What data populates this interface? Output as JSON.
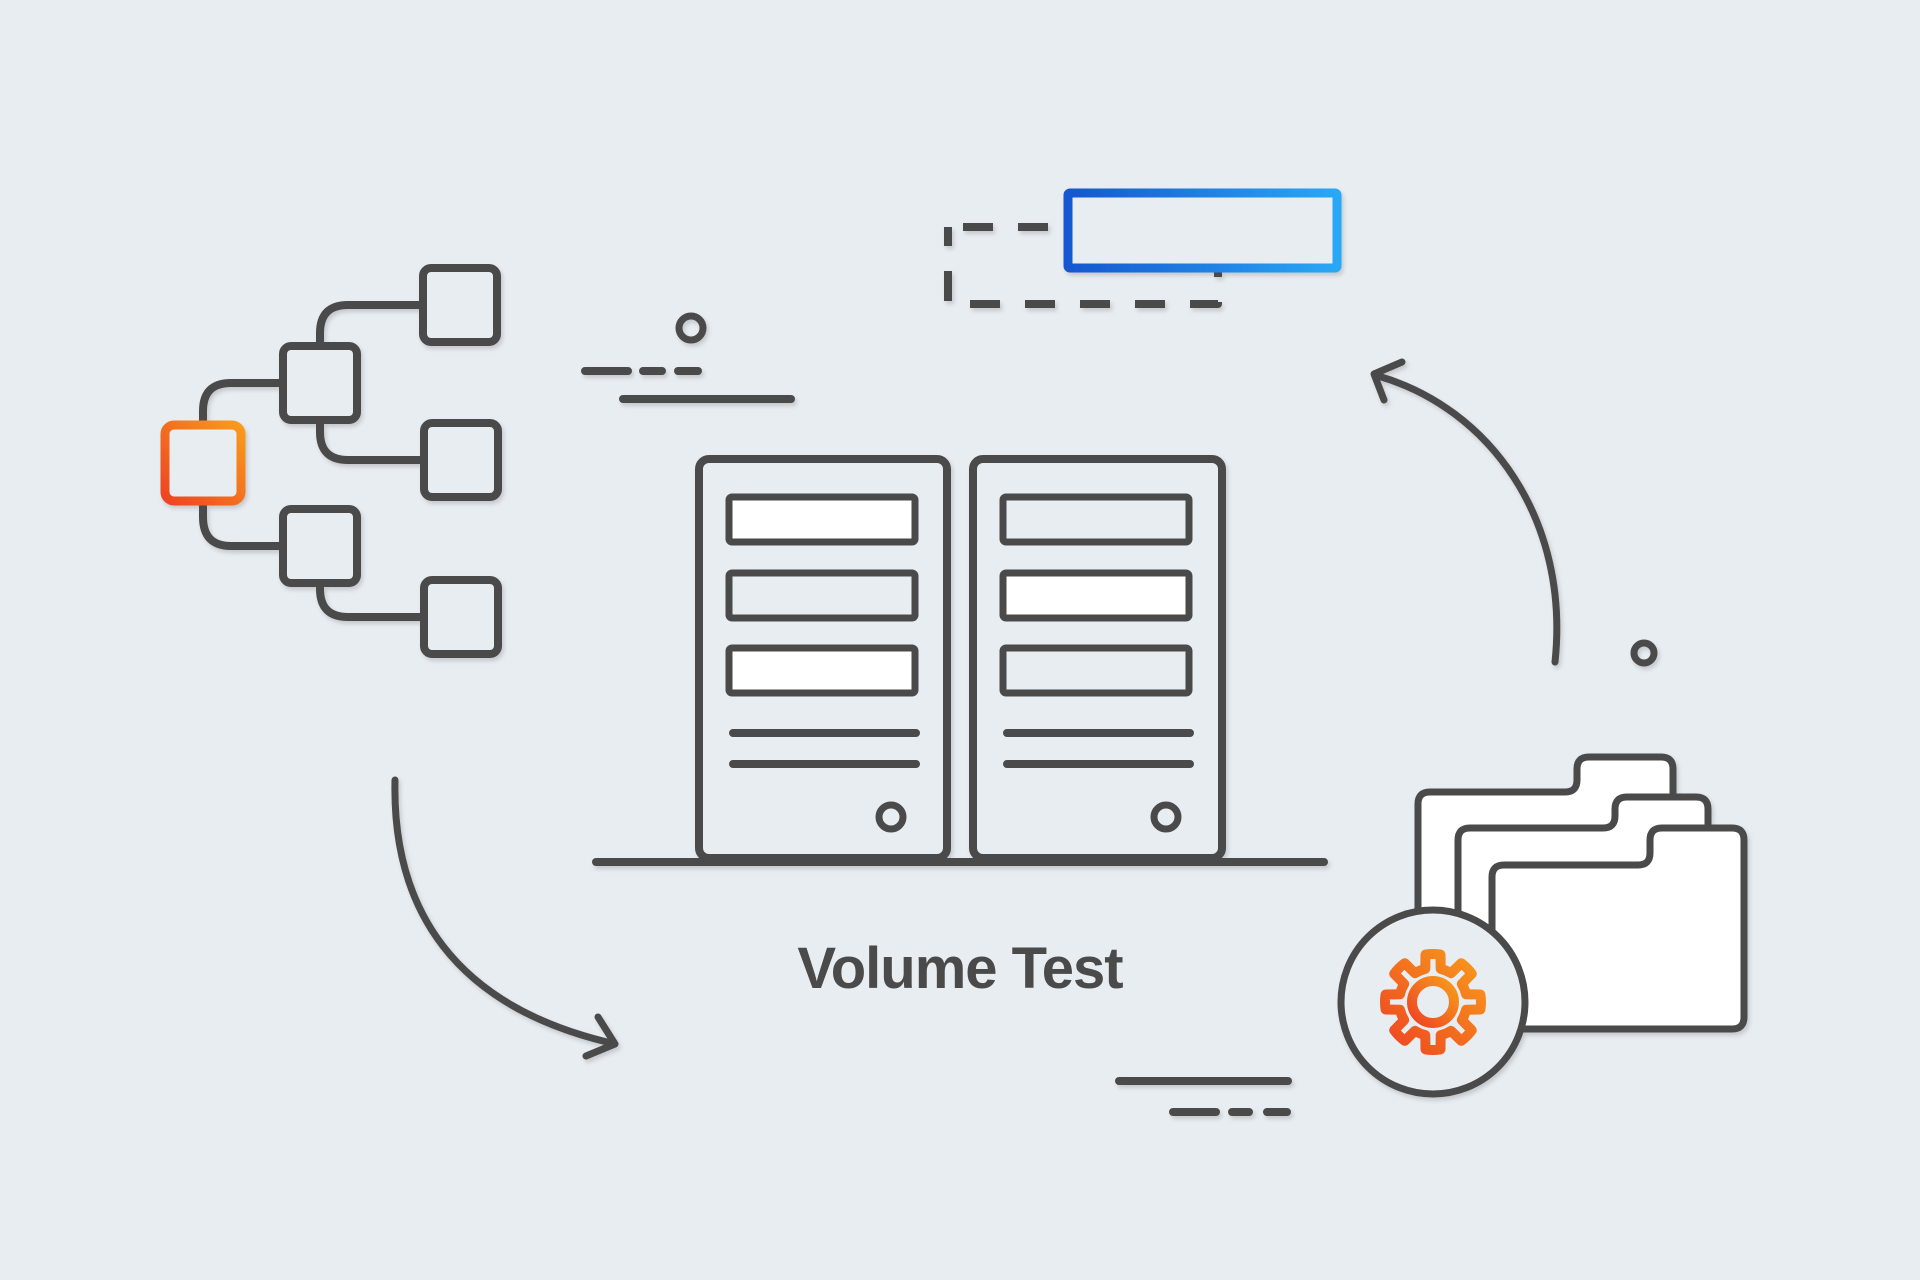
{
  "illustration": {
    "title": "Volume Test",
    "scene": {
      "tree_node_count": 6,
      "server_tower_count": 2,
      "server_slots_per_tower": 3,
      "folder_count": 3,
      "arrow_count": 2
    },
    "icons": [
      "hierarchy-tree-icon",
      "server-tower-icon",
      "folder-stack-icon",
      "gear-icon",
      "curved-arrow-up-icon",
      "curved-arrow-down-icon",
      "highlight-box",
      "dashed-placeholder-box",
      "dot-circle-icon",
      "dash-decoration-icon"
    ]
  },
  "colors": {
    "background": "#e8edf2",
    "stroke_dark": "#4a4a4a",
    "white": "#ffffff",
    "orange_start": "#ee4423",
    "orange_end": "#f89b1b",
    "blue_start": "#1557d0",
    "blue_end": "#29a8f5"
  }
}
